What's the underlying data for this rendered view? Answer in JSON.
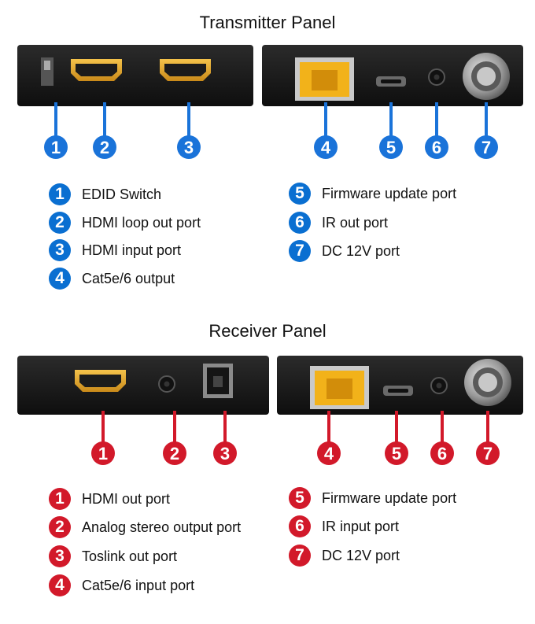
{
  "transmitter": {
    "title": "Transmitter Panel",
    "callout_color": "#1a73d9",
    "numbers": [
      "1",
      "2",
      "3",
      "4",
      "5",
      "6",
      "7"
    ],
    "legend_left": [
      {
        "num": "1",
        "label": "EDID Switch"
      },
      {
        "num": "2",
        "label": "HDMI loop out port"
      },
      {
        "num": "3",
        "label": "HDMI input port"
      },
      {
        "num": "4",
        "label": "Cat5e/6 output"
      }
    ],
    "legend_right": [
      {
        "num": "5",
        "label": "Firmware update port"
      },
      {
        "num": "6",
        "label": "IR out port"
      },
      {
        "num": "7",
        "label": "DC 12V port"
      }
    ]
  },
  "receiver": {
    "title": "Receiver Panel",
    "callout_color": "#d2192a",
    "numbers": [
      "1",
      "2",
      "3",
      "4",
      "5",
      "6",
      "7"
    ],
    "legend_left": [
      {
        "num": "1",
        "label": "HDMI out port"
      },
      {
        "num": "2",
        "label": "Analog stereo output port"
      },
      {
        "num": "3",
        "label": "Toslink out port"
      },
      {
        "num": "4",
        "label": "Cat5e/6 input port"
      }
    ],
    "legend_right": [
      {
        "num": "5",
        "label": "Firmware update port"
      },
      {
        "num": "6",
        "label": "IR input port"
      },
      {
        "num": "7",
        "label": "DC 12V port"
      }
    ]
  }
}
